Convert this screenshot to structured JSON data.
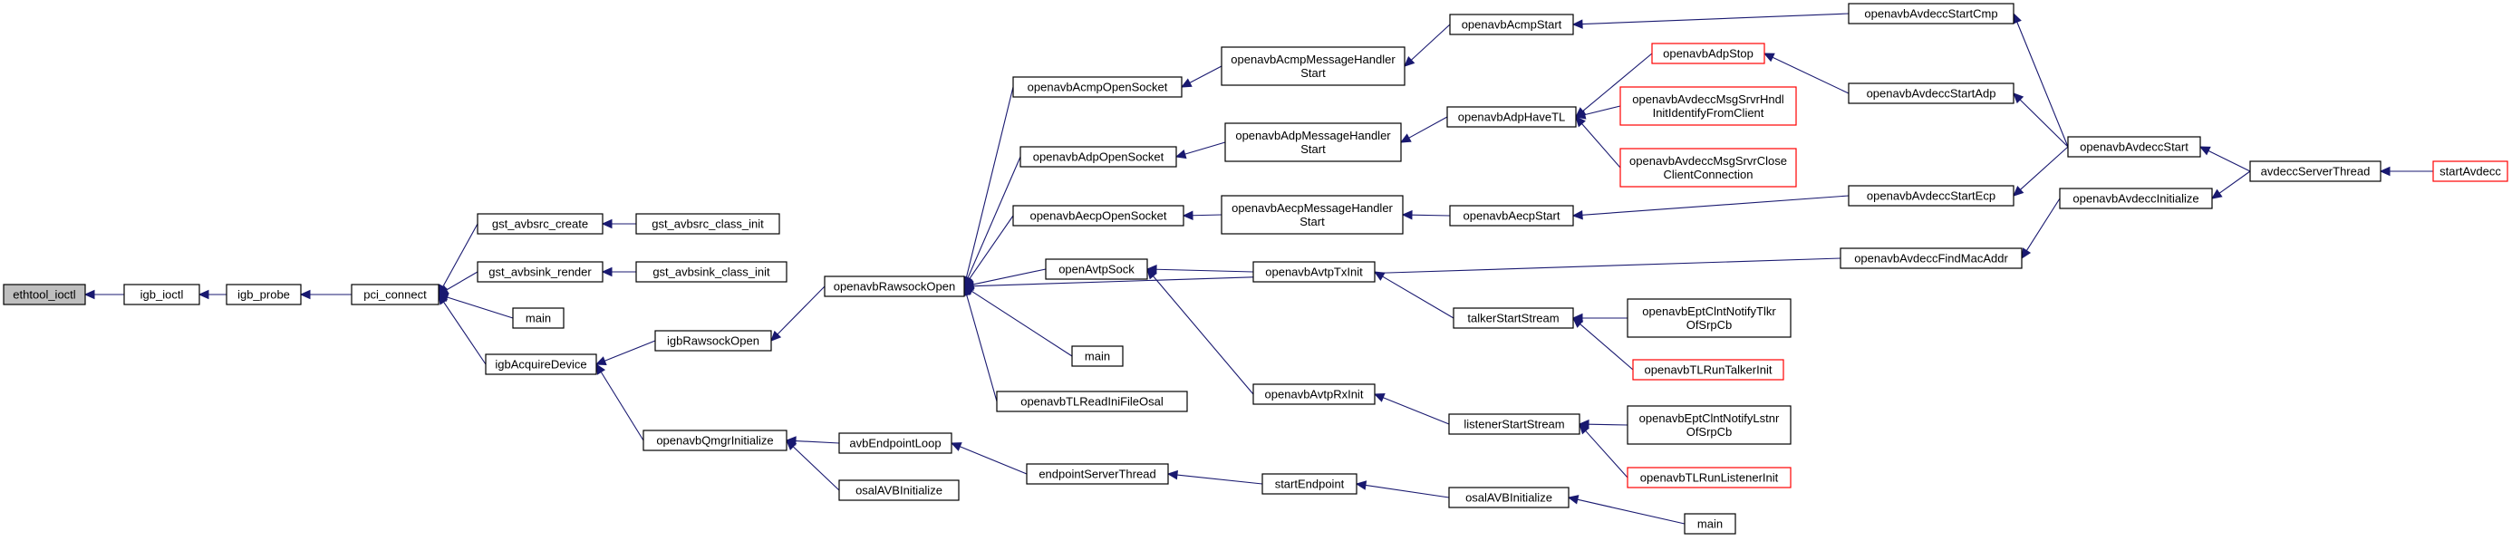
{
  "graph": {
    "nodes": [
      {
        "id": "ethtool_ioctl",
        "lines": [
          "ethtool_ioctl"
        ],
        "style": "root"
      },
      {
        "id": "igb_ioctl",
        "lines": [
          "igb_ioctl"
        ],
        "style": "normal"
      },
      {
        "id": "igb_probe",
        "lines": [
          "igb_probe"
        ],
        "style": "normal"
      },
      {
        "id": "pci_connect",
        "lines": [
          "pci_connect"
        ],
        "style": "normal"
      },
      {
        "id": "gst_avbsrc_create",
        "lines": [
          "gst_avbsrc_create"
        ],
        "style": "normal"
      },
      {
        "id": "gst_avbsrc_class_init",
        "lines": [
          "gst_avbsrc_class_init"
        ],
        "style": "normal"
      },
      {
        "id": "gst_avbsink_render",
        "lines": [
          "gst_avbsink_render"
        ],
        "style": "normal"
      },
      {
        "id": "gst_avbsink_class_init",
        "lines": [
          "gst_avbsink_class_init"
        ],
        "style": "normal"
      },
      {
        "id": "main_pci",
        "lines": [
          "main"
        ],
        "style": "normal"
      },
      {
        "id": "igbAcquireDevice",
        "lines": [
          "igbAcquireDevice"
        ],
        "style": "normal"
      },
      {
        "id": "igbRawsockOpen",
        "lines": [
          "igbRawsockOpen"
        ],
        "style": "normal"
      },
      {
        "id": "openavbQmgrInitialize",
        "lines": [
          "openavbQmgrInitialize"
        ],
        "style": "normal"
      },
      {
        "id": "avbEndpointLoop",
        "lines": [
          "avbEndpointLoop"
        ],
        "style": "normal"
      },
      {
        "id": "osalAVBInitialize_q",
        "lines": [
          "osalAVBInitialize"
        ],
        "style": "normal"
      },
      {
        "id": "endpointServerThread",
        "lines": [
          "endpointServerThread"
        ],
        "style": "normal"
      },
      {
        "id": "startEndpoint",
        "lines": [
          "startEndpoint"
        ],
        "style": "normal"
      },
      {
        "id": "osalAVBInitialize_e",
        "lines": [
          "osalAVBInitialize"
        ],
        "style": "normal"
      },
      {
        "id": "main_end",
        "lines": [
          "main"
        ],
        "style": "normal"
      },
      {
        "id": "openavbRawsockOpen",
        "lines": [
          "openavbRawsockOpen"
        ],
        "style": "normal"
      },
      {
        "id": "openavbAcmpOpenSocket",
        "lines": [
          "openavbAcmpOpenSocket"
        ],
        "style": "normal"
      },
      {
        "id": "openavbAdpOpenSocket",
        "lines": [
          "openavbAdpOpenSocket"
        ],
        "style": "normal"
      },
      {
        "id": "openavbAecpOpenSocket",
        "lines": [
          "openavbAecpOpenSocket"
        ],
        "style": "normal"
      },
      {
        "id": "openAvtpSock",
        "lines": [
          "openAvtpSock"
        ],
        "style": "normal"
      },
      {
        "id": "main_raw",
        "lines": [
          "main"
        ],
        "style": "normal"
      },
      {
        "id": "openavbTLReadIniFileOsal",
        "lines": [
          "openavbTLReadIniFileOsal"
        ],
        "style": "normal"
      },
      {
        "id": "openavbAcmpMessageHandlerStart",
        "lines": [
          "openavbAcmpMessageHandler",
          "Start"
        ],
        "style": "normal"
      },
      {
        "id": "openavbAdpMessageHandlerStart",
        "lines": [
          "openavbAdpMessageHandler",
          "Start"
        ],
        "style": "normal"
      },
      {
        "id": "openavbAecpMessageHandlerStart",
        "lines": [
          "openavbAecpMessageHandler",
          "Start"
        ],
        "style": "normal"
      },
      {
        "id": "openavbAvtpTxInit",
        "lines": [
          "openavbAvtpTxInit"
        ],
        "style": "normal"
      },
      {
        "id": "openavbAvtpRxInit",
        "lines": [
          "openavbAvtpRxInit"
        ],
        "style": "normal"
      },
      {
        "id": "openavbAcmpStart",
        "lines": [
          "openavbAcmpStart"
        ],
        "style": "normal"
      },
      {
        "id": "openavbAdpHaveTL",
        "lines": [
          "openavbAdpHaveTL"
        ],
        "style": "normal"
      },
      {
        "id": "openavbAecpStart",
        "lines": [
          "openavbAecpStart"
        ],
        "style": "normal"
      },
      {
        "id": "talkerStartStream",
        "lines": [
          "talkerStartStream"
        ],
        "style": "normal"
      },
      {
        "id": "listenerStartStream",
        "lines": [
          "listenerStartStream"
        ],
        "style": "normal"
      },
      {
        "id": "openavbAdpStop",
        "lines": [
          "openavbAdpStop"
        ],
        "style": "truncated"
      },
      {
        "id": "openavbAvdeccMsgSrvrHndlInitIdentifyFromClient",
        "lines": [
          "openavbAvdeccMsgSrvrHndl",
          "InitIdentifyFromClient"
        ],
        "style": "truncated"
      },
      {
        "id": "openavbAvdeccMsgSrvrCloseClientConnection",
        "lines": [
          "openavbAvdeccMsgSrvrClose",
          "ClientConnection"
        ],
        "style": "truncated"
      },
      {
        "id": "openavbEptClntNotifyTlkrOfSrpCb",
        "lines": [
          "openavbEptClntNotifyTlkr",
          "OfSrpCb"
        ],
        "style": "normal"
      },
      {
        "id": "openavbTLRunTalkerInit",
        "lines": [
          "openavbTLRunTalkerInit"
        ],
        "style": "truncated"
      },
      {
        "id": "openavbEptClntNotifyLstnrOfSrpCb",
        "lines": [
          "openavbEptClntNotifyLstnr",
          "OfSrpCb"
        ],
        "style": "normal"
      },
      {
        "id": "openavbTLRunListenerInit",
        "lines": [
          "openavbTLRunListenerInit"
        ],
        "style": "truncated"
      },
      {
        "id": "openavbAvdeccStartCmp",
        "lines": [
          "openavbAvdeccStartCmp"
        ],
        "style": "normal"
      },
      {
        "id": "openavbAvdeccStartAdp",
        "lines": [
          "openavbAvdeccStartAdp"
        ],
        "style": "normal"
      },
      {
        "id": "openavbAvdeccStartEcp",
        "lines": [
          "openavbAvdeccStartEcp"
        ],
        "style": "normal"
      },
      {
        "id": "openavbAvdeccFindMacAddr",
        "lines": [
          "openavbAvdeccFindMacAddr"
        ],
        "style": "normal"
      },
      {
        "id": "openavbAvdeccStart",
        "lines": [
          "openavbAvdeccStart"
        ],
        "style": "normal"
      },
      {
        "id": "openavbAvdeccInitialize",
        "lines": [
          "openavbAvdeccInitialize"
        ],
        "style": "normal"
      },
      {
        "id": "avdeccServerThread",
        "lines": [
          "avdeccServerThread"
        ],
        "style": "normal"
      },
      {
        "id": "startAvdecc",
        "lines": [
          "startAvdecc"
        ],
        "style": "truncated"
      }
    ],
    "edges": [
      {
        "from": "igb_ioctl",
        "to": "ethtool_ioctl"
      },
      {
        "from": "igb_probe",
        "to": "igb_ioctl"
      },
      {
        "from": "pci_connect",
        "to": "igb_probe"
      },
      {
        "from": "gst_avbsrc_create",
        "to": "pci_connect"
      },
      {
        "from": "gst_avbsink_render",
        "to": "pci_connect"
      },
      {
        "from": "main_pci",
        "to": "pci_connect"
      },
      {
        "from": "igbAcquireDevice",
        "to": "pci_connect"
      },
      {
        "from": "gst_avbsrc_class_init",
        "to": "gst_avbsrc_create"
      },
      {
        "from": "gst_avbsink_class_init",
        "to": "gst_avbsink_render"
      },
      {
        "from": "igbRawsockOpen",
        "to": "igbAcquireDevice"
      },
      {
        "from": "openavbQmgrInitialize",
        "to": "igbAcquireDevice"
      },
      {
        "from": "openavbRawsockOpen",
        "to": "igbRawsockOpen"
      },
      {
        "from": "avbEndpointLoop",
        "to": "openavbQmgrInitialize"
      },
      {
        "from": "osalAVBInitialize_q",
        "to": "openavbQmgrInitialize"
      },
      {
        "from": "endpointServerThread",
        "to": "avbEndpointLoop"
      },
      {
        "from": "startEndpoint",
        "to": "endpointServerThread"
      },
      {
        "from": "osalAVBInitialize_e",
        "to": "startEndpoint"
      },
      {
        "from": "main_end",
        "to": "osalAVBInitialize_e"
      },
      {
        "from": "openavbAcmpOpenSocket",
        "to": "openavbRawsockOpen"
      },
      {
        "from": "openavbAdpOpenSocket",
        "to": "openavbRawsockOpen"
      },
      {
        "from": "openavbAecpOpenSocket",
        "to": "openavbRawsockOpen"
      },
      {
        "from": "openAvtpSock",
        "to": "openavbRawsockOpen"
      },
      {
        "from": "main_raw",
        "to": "openavbRawsockOpen"
      },
      {
        "from": "openavbTLReadIniFileOsal",
        "to": "openavbRawsockOpen"
      },
      {
        "from": "openavbAvdeccFindMacAddr",
        "to": "openavbRawsockOpen"
      },
      {
        "from": "openavbAcmpMessageHandlerStart",
        "to": "openavbAcmpOpenSocket"
      },
      {
        "from": "openavbAdpMessageHandlerStart",
        "to": "openavbAdpOpenSocket"
      },
      {
        "from": "openavbAecpMessageHandlerStart",
        "to": "openavbAecpOpenSocket"
      },
      {
        "from": "openavbAvtpTxInit",
        "to": "openAvtpSock"
      },
      {
        "from": "openavbAvtpRxInit",
        "to": "openAvtpSock"
      },
      {
        "from": "openavbAcmpStart",
        "to": "openavbAcmpMessageHandlerStart"
      },
      {
        "from": "openavbAdpHaveTL",
        "to": "openavbAdpMessageHandlerStart"
      },
      {
        "from": "openavbAecpStart",
        "to": "openavbAecpMessageHandlerStart"
      },
      {
        "from": "talkerStartStream",
        "to": "openavbAvtpTxInit"
      },
      {
        "from": "listenerStartStream",
        "to": "openavbAvtpRxInit"
      },
      {
        "from": "openavbAvdeccStartCmp",
        "to": "openavbAcmpStart"
      },
      {
        "from": "openavbAdpStop",
        "to": "openavbAdpHaveTL"
      },
      {
        "from": "openavbAvdeccMsgSrvrHndlInitIdentifyFromClient",
        "to": "openavbAdpHaveTL"
      },
      {
        "from": "openavbAvdeccMsgSrvrCloseClientConnection",
        "to": "openavbAdpHaveTL"
      },
      {
        "from": "openavbAvdeccStartEcp",
        "to": "openavbAecpStart"
      },
      {
        "from": "openavbEptClntNotifyTlkrOfSrpCb",
        "to": "talkerStartStream"
      },
      {
        "from": "openavbTLRunTalkerInit",
        "to": "talkerStartStream"
      },
      {
        "from": "openavbEptClntNotifyLstnrOfSrpCb",
        "to": "listenerStartStream"
      },
      {
        "from": "openavbTLRunListenerInit",
        "to": "listenerStartStream"
      },
      {
        "from": "openavbAvdeccStartAdp",
        "to": "openavbAdpStop"
      },
      {
        "from": "openavbAvdeccStart",
        "to": "openavbAvdeccStartCmp"
      },
      {
        "from": "openavbAvdeccStart",
        "to": "openavbAvdeccStartAdp"
      },
      {
        "from": "openavbAvdeccStart",
        "to": "openavbAvdeccStartEcp"
      },
      {
        "from": "openavbAvdeccInitialize",
        "to": "openavbAvdeccFindMacAddr"
      },
      {
        "from": "avdeccServerThread",
        "to": "openavbAvdeccStart"
      },
      {
        "from": "avdeccServerThread",
        "to": "openavbAvdeccInitialize"
      },
      {
        "from": "startAvdecc",
        "to": "avdeccServerThread"
      }
    ]
  }
}
